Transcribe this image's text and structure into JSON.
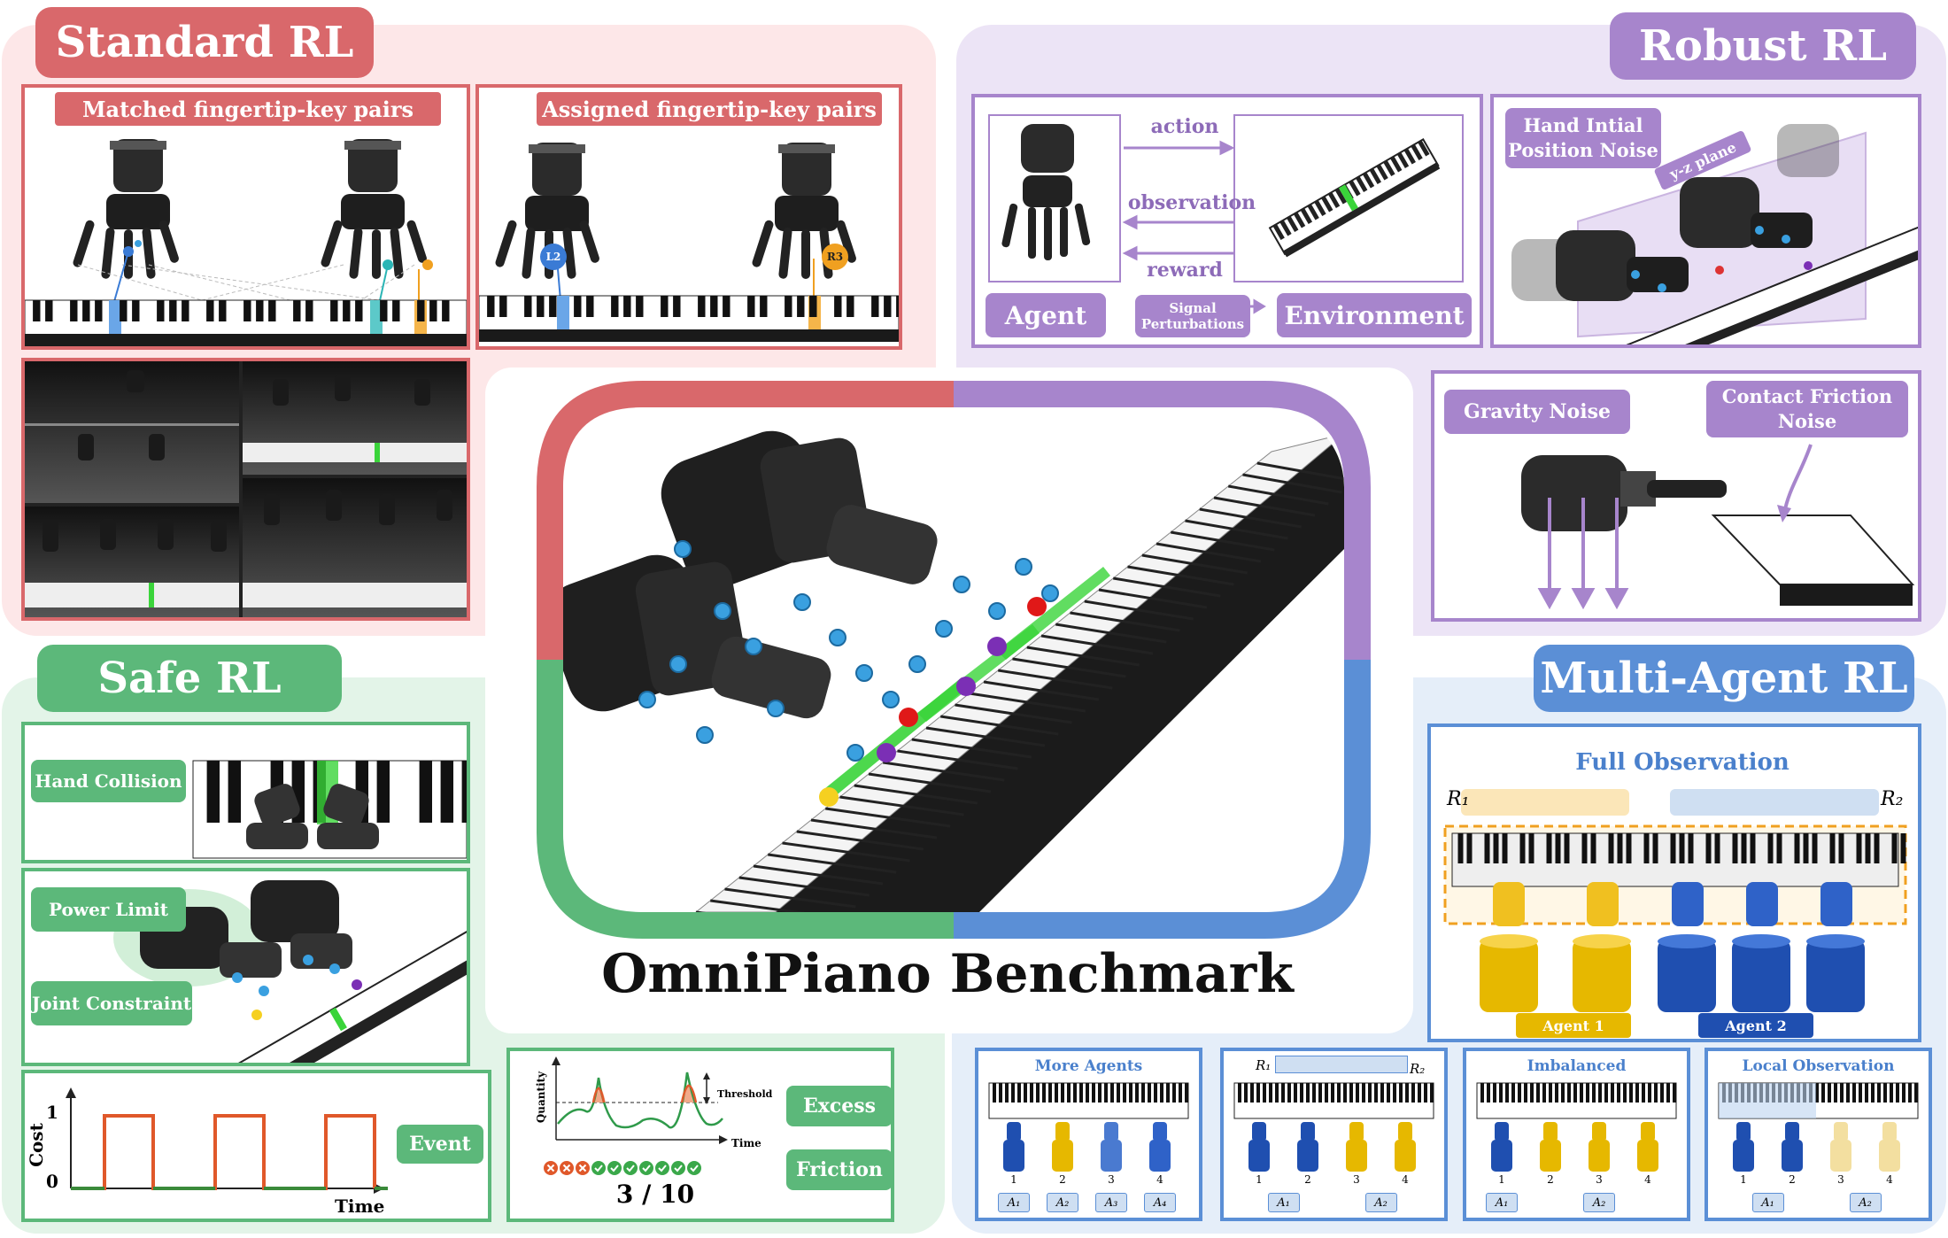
{
  "title": "OmniPiano Benchmark",
  "colors": {
    "standard": "#d9686b",
    "standard_bg": "#fde7e8",
    "robust": "#a785cc",
    "robust_bg": "#ece4f6",
    "safe": "#5cb87a",
    "safe_bg": "#e3f4e8",
    "multi": "#5b8fd6",
    "multi_bg": "#e5eef9"
  },
  "standard_rl": {
    "title": "Standard RL",
    "matched_label": "Matched fingertip-key pairs",
    "assigned_label": "Assigned fingertip-key pairs",
    "finger_tags": [
      "L2",
      "R3"
    ]
  },
  "robust_rl": {
    "title": "Robust RL",
    "action": "action",
    "observation": "observation",
    "reward": "reward",
    "agent": "Agent",
    "environment": "Environment",
    "signal_perturbations": [
      "Signal",
      "Perturbations"
    ],
    "hand_noise": [
      "Hand Intial",
      "Position Noise"
    ],
    "yz_plane": "y-z plane",
    "gravity_noise": "Gravity Noise",
    "friction_noise": [
      "Contact Friction",
      "Noise"
    ]
  },
  "safe_rl": {
    "title": "Safe RL",
    "hand_collision": "Hand Collision",
    "power_limit": "Power Limit",
    "joint_constraint": "Joint Constraint",
    "event": "Event",
    "excess": "Excess",
    "friction": "Friction",
    "cost_axis": "Cost",
    "time_axis": "Time",
    "tick_1": "1",
    "tick_0": "0",
    "quantity_axis": "Quantity",
    "threshold": "Threshold",
    "time_small": "Time",
    "score": "3 / 10",
    "marks": [
      "x",
      "x",
      "x",
      "v",
      "v",
      "v",
      "v",
      "v",
      "v",
      "v"
    ]
  },
  "multi_agent_rl": {
    "title": "Multi-Agent RL",
    "full_observation": "Full Observation",
    "r1": "R₁",
    "r2": "R₂",
    "agent1": "Agent 1",
    "agent2": "Agent 2",
    "more_agents": {
      "title": "More Agents",
      "numbers": [
        "1",
        "2",
        "3",
        "4"
      ],
      "agents": [
        "A₁",
        "A₂",
        "A₃",
        "A₄"
      ]
    },
    "shared": {
      "r1": "R₁",
      "r2": "R₂",
      "numbers": [
        "1",
        "2",
        "3",
        "4"
      ],
      "agents": [
        "A₁",
        "A₂"
      ]
    },
    "imbalanced": {
      "title": "Imbalanced",
      "numbers": [
        "1",
        "2",
        "3",
        "4"
      ],
      "agents": [
        "A₁",
        "A₂"
      ]
    },
    "local_observation": {
      "title": "Local Observation",
      "numbers": [
        "1",
        "2",
        "3",
        "4"
      ],
      "agents": [
        "A₁",
        "A₂"
      ]
    }
  }
}
